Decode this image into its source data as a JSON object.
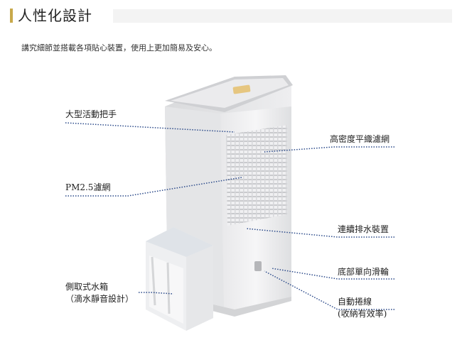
{
  "header": {
    "title": "人性化設計"
  },
  "subtitle": "講究細節並搭載各項貼心裝置，使用上更加簡易及安心。",
  "callouts": {
    "handle": "大型活動把手",
    "pm25": "PM2.5濾網",
    "tank_line1": "側取式水箱",
    "tank_line2": "（滴水靜音設計）",
    "filter": "高密度平織濾網",
    "drain": "連續排水裝置",
    "wheel": "底部單向滑輪",
    "cord_line1": "自動捲線",
    "cord_line2": "(收納有效率)"
  },
  "colors": {
    "accent": "#c8a94b",
    "leader": "#2b4a8a"
  }
}
